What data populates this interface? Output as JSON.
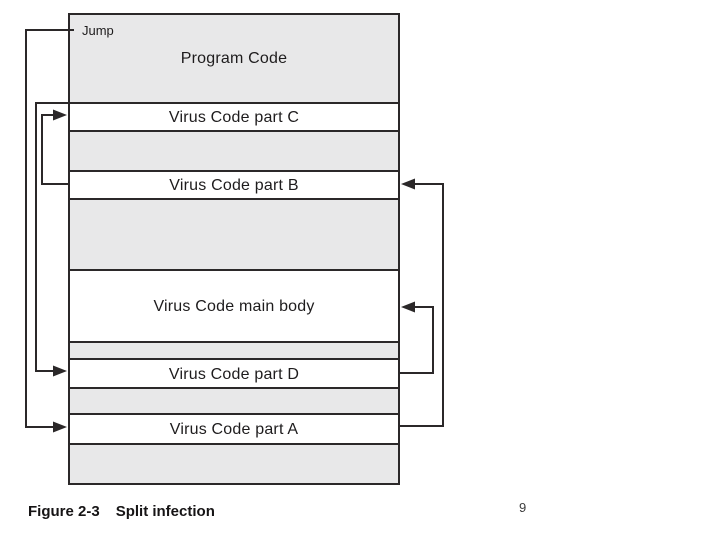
{
  "diagram": {
    "jump_label": "Jump",
    "blocks": [
      {
        "label": "Program Code",
        "fill": "gray"
      },
      {
        "label": "Virus Code part C",
        "fill": "white"
      },
      {
        "label": "",
        "fill": "gray"
      },
      {
        "label": "Virus Code part B",
        "fill": "white"
      },
      {
        "label": "",
        "fill": "gray"
      },
      {
        "label": "Virus Code main body",
        "fill": "white"
      },
      {
        "label": "",
        "fill": "gray"
      },
      {
        "label": "Virus Code part D",
        "fill": "white"
      },
      {
        "label": "",
        "fill": "gray"
      },
      {
        "label": "Virus Code part A",
        "fill": "white"
      },
      {
        "label": "",
        "fill": "gray"
      }
    ],
    "arrows": [
      {
        "from": "Jump",
        "to": "Virus Code part A"
      },
      {
        "from": "Virus Code part C",
        "to": "Virus Code part D"
      },
      {
        "from": "Virus Code part B",
        "to": "Virus Code part C"
      },
      {
        "from": "Virus Code part A",
        "to": "Virus Code part B"
      },
      {
        "from": "Virus Code part D",
        "to": "Virus Code main body"
      }
    ]
  },
  "caption": {
    "label": "Figure 2-3",
    "title": "Split infection"
  },
  "page_number": "9",
  "colors": {
    "block_gray": "#e8e8e9",
    "block_white": "#ffffff",
    "line": "#2b2829",
    "text": "#1e1c1d"
  }
}
